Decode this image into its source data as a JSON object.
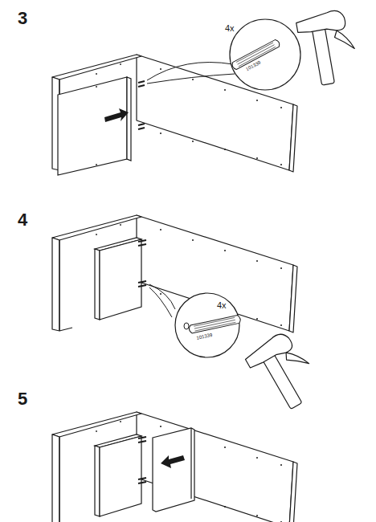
{
  "diagram": {
    "labels": [
      "3",
      "4x",
      "101339",
      "4",
      "4x",
      "101339",
      "5"
    ]
  }
}
